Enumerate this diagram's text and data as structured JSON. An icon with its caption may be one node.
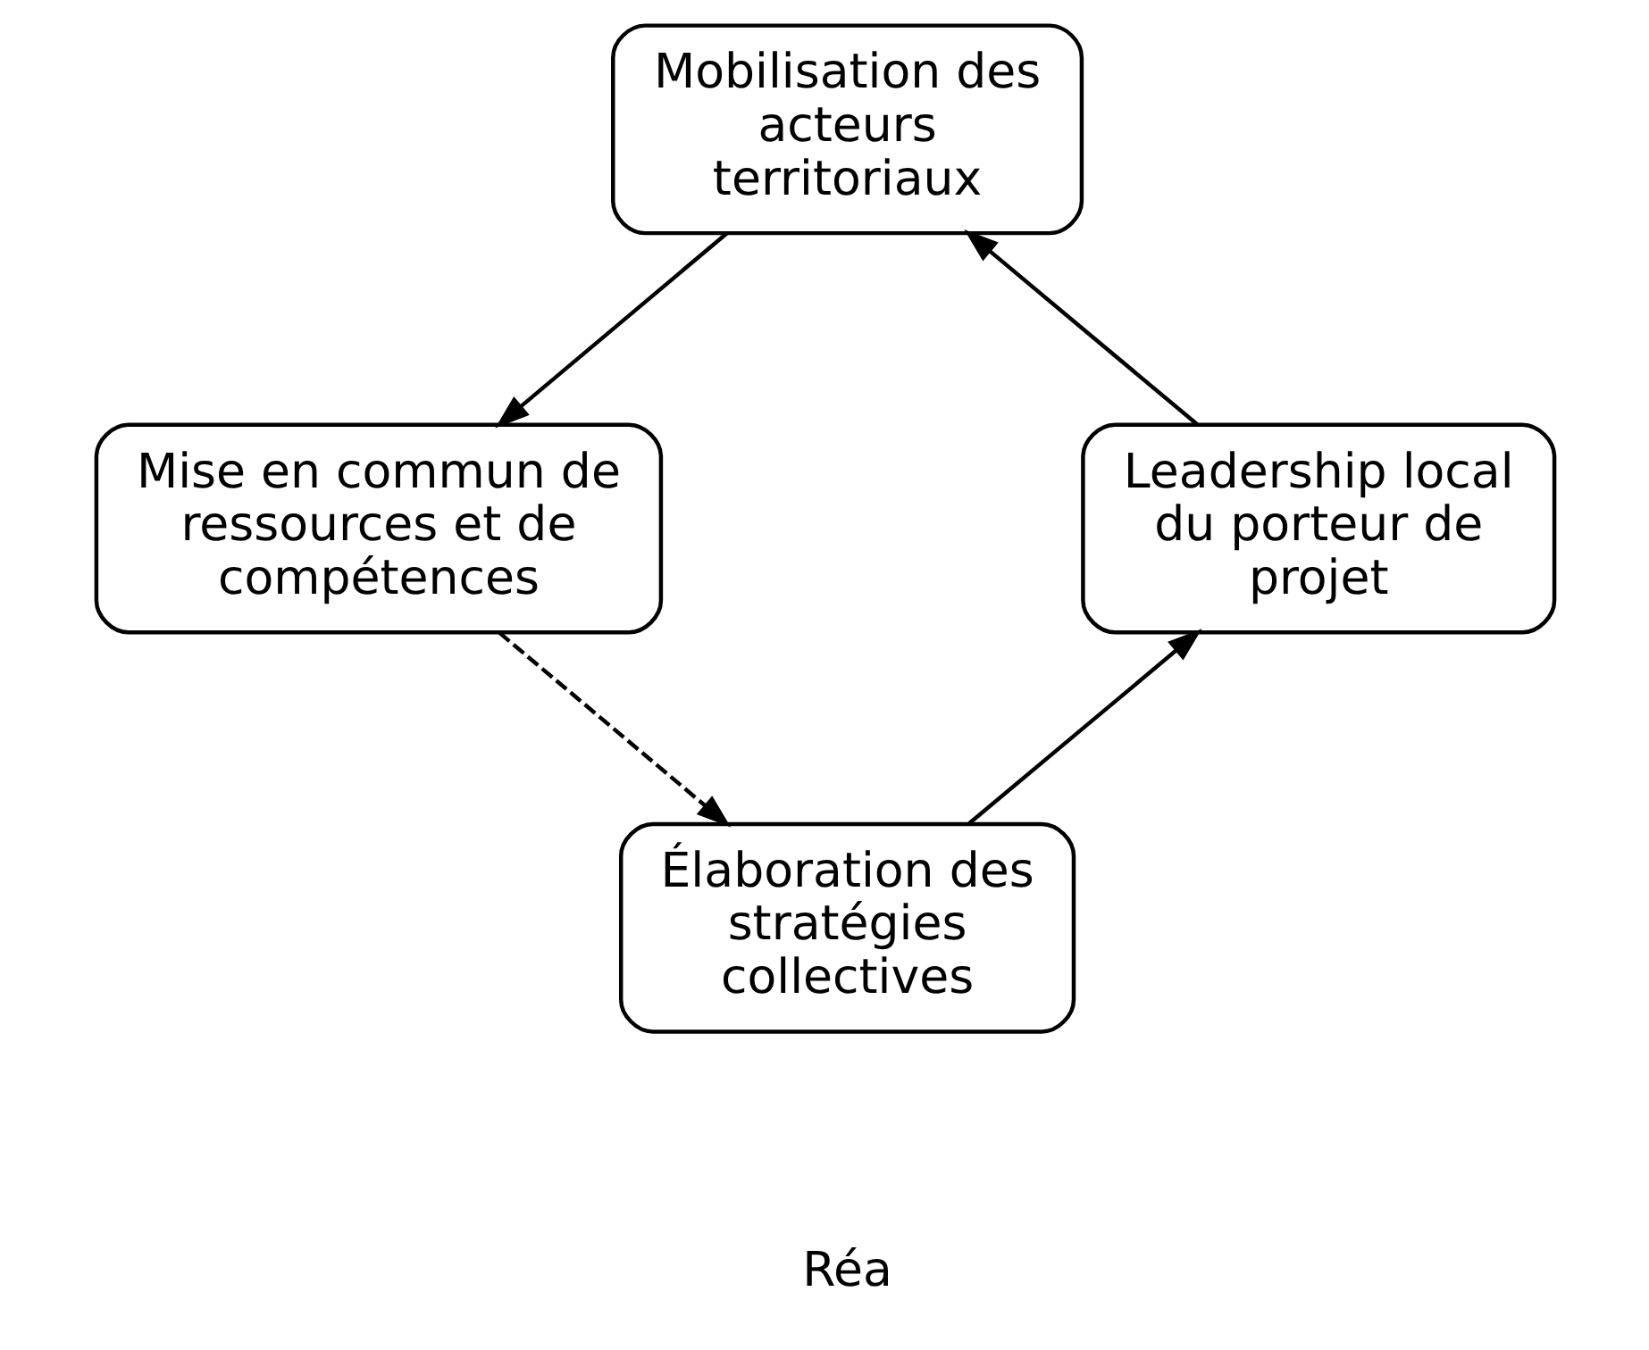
{
  "diagram": {
    "nodes": [
      {
        "text": [
          "Mobilisation des acteurs territoriaux"
        ]
      },
      {
        "text": [
          "Mise en commun de ressources et de compétences"
        ]
      },
      {
        "text": [
          "Élaboration des stratégies collectives"
        ]
      },
      {
        "text": [
          "Leadership local du porteur de projet"
        ]
      }
    ],
    "edges": [
      {
        "from": 0,
        "to": 1,
        "arrow": "to"
      },
      {
        "from": 1,
        "to": 2,
        "arrow": "to",
        "style": "dashed"
      },
      {
        "from": 2,
        "to": 3,
        "arrow": "to"
      },
      {
        "from": 3,
        "to": 0,
        "arrow": "to"
      }
    ],
    "labels": [
      "Réa"
    ]
  }
}
